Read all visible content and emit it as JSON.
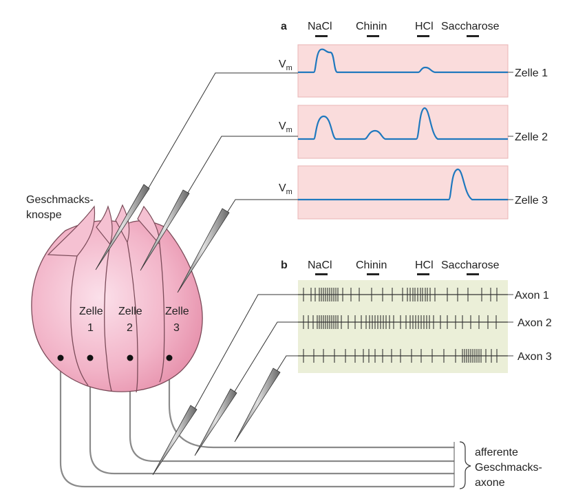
{
  "panel_a": {
    "letter": "a",
    "stimuli": [
      "NaCl",
      "Chinin",
      "HCl",
      "Saccharose"
    ],
    "vm_label": "V",
    "vm_sub": "m",
    "cells": [
      "Zelle 1",
      "Zelle 2",
      "Zelle 3"
    ]
  },
  "panel_b": {
    "letter": "b",
    "stimuli": [
      "NaCl",
      "Chinin",
      "HCl",
      "Saccharose"
    ],
    "axons": [
      "Axon 1",
      "Axon 2",
      "Axon 3"
    ]
  },
  "bud": {
    "label_line1": "Geschmacks-",
    "label_line2": "knospe",
    "cells": [
      {
        "line1": "Zelle",
        "line2": "1"
      },
      {
        "line1": "Zelle",
        "line2": "2"
      },
      {
        "line1": "Zelle",
        "line2": "3"
      }
    ]
  },
  "afferent": {
    "line1": "afferente",
    "line2": "Geschmacks-",
    "line3": "axone"
  },
  "colors": {
    "trace": "#1e78be",
    "panel_a_bg": "#fadcdc",
    "panel_b_bg": "#ebefd8",
    "bud_pink": "#f2b4c8"
  }
}
